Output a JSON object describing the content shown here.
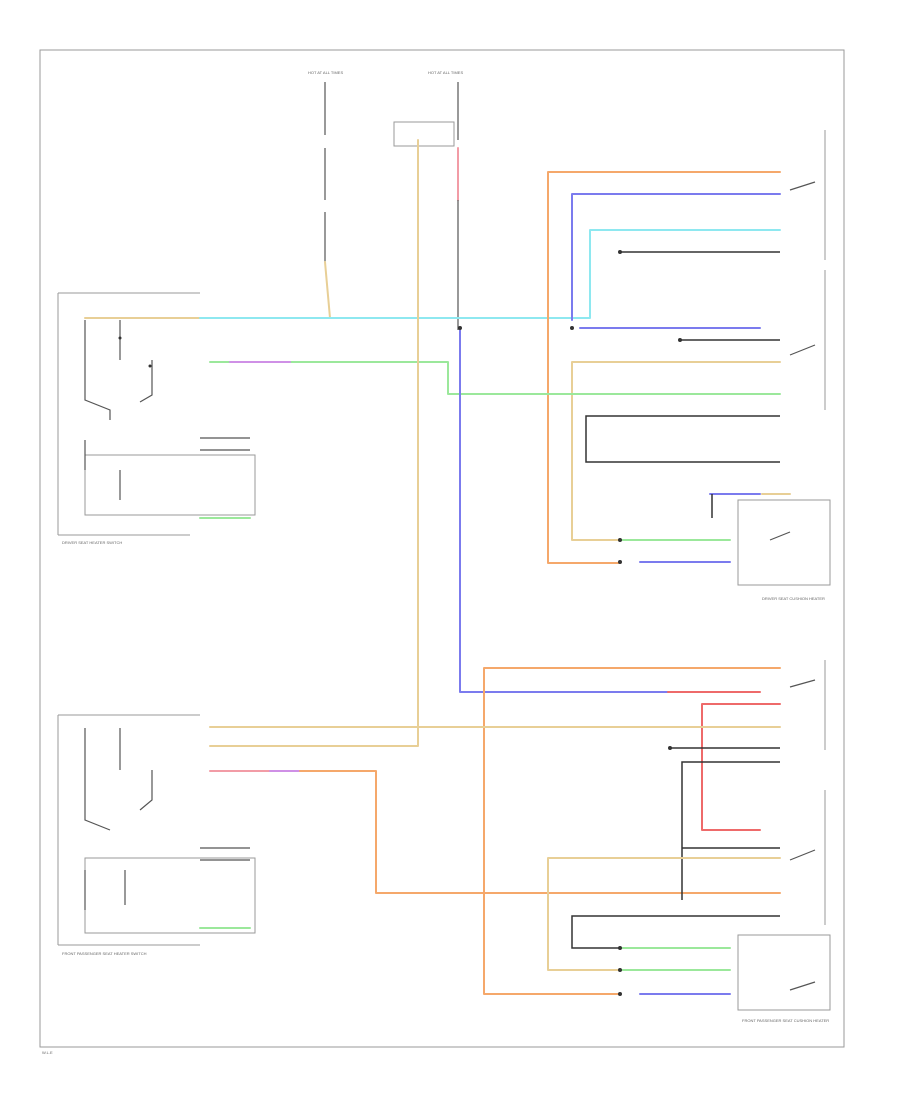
{
  "colors": {
    "orange": "#f5a86b",
    "blue": "#7b7bee",
    "cyan": "#8ee8f0",
    "tan": "#e8cf96",
    "green": "#9be89b",
    "pink": "#f29ca6",
    "violet": "#cf90e6",
    "red": "#ee6a6a",
    "black": "#555555"
  },
  "labels": {
    "fuse_left": "HOT AT ALL TIMES",
    "fuse_right": "HOT AT ALL TIMES",
    "driver_switch": "DRIVER SEAT HEATER SWITCH",
    "passenger_switch": "FRONT PASSENGER SEAT HEATER SWITCH",
    "driver_heater": "DRIVER SEAT CUSHION HEATER",
    "passenger_heater": "FRONT PASSENGER SEAT CUSHION HEATER",
    "footer": "W.L.E"
  }
}
